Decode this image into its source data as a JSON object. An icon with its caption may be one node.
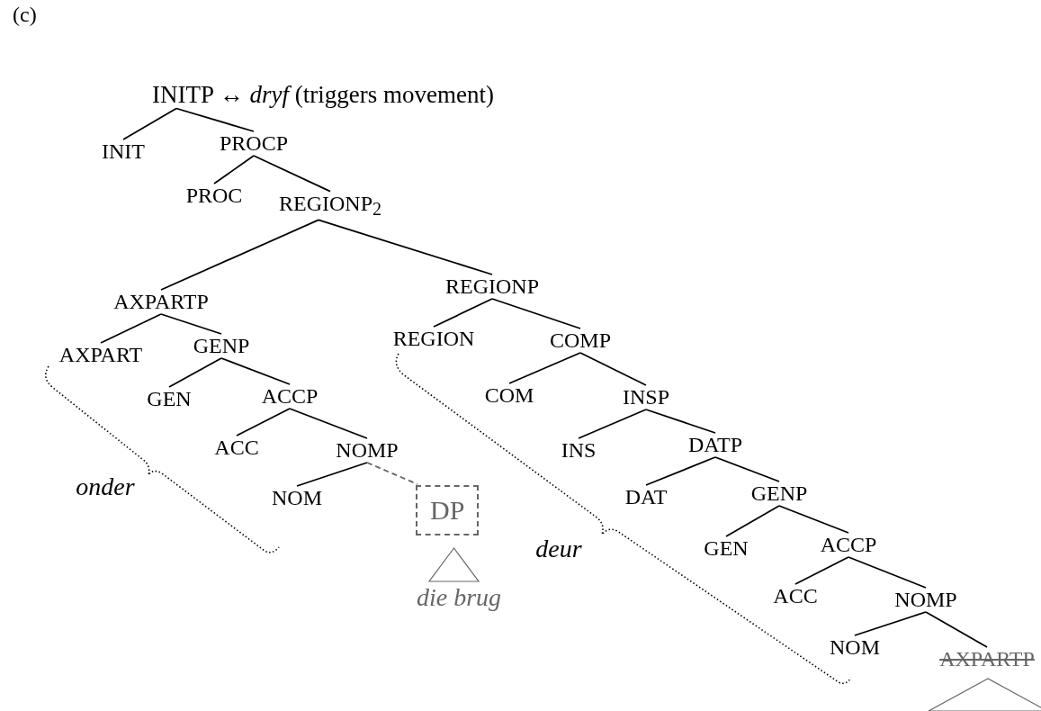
{
  "diagram": {
    "nodes": [
      {
        "text": [
          "INITP ↔ *dryf* (triggers movement)"
        ]
      },
      {
        "text": [
          "INIT"
        ]
      },
      {
        "text": [
          "PROCP"
        ]
      },
      {
        "text": [
          "PROC"
        ]
      },
      {
        "text": [
          "REGIONP$_{2}$"
        ]
      },
      {
        "text": [
          "AXPARTP"
        ]
      },
      {
        "text": [
          "REGIONP"
        ]
      },
      {
        "text": [
          "AXPART"
        ]
      },
      {
        "text": [
          "GENP"
        ]
      },
      {
        "text": [
          "REGION"
        ]
      },
      {
        "text": [
          "COMP"
        ]
      },
      {
        "text": [
          "GEN"
        ]
      },
      {
        "text": [
          "ACCP"
        ]
      },
      {
        "text": [
          "COM"
        ]
      },
      {
        "text": [
          "INSP"
        ]
      },
      {
        "text": [
          "ACC"
        ]
      },
      {
        "text": [
          "NOMP"
        ]
      },
      {
        "text": [
          "DATP"
        ]
      },
      {
        "text": [
          "INS"
        ]
      },
      {
        "text": [
          "NOM"
        ]
      },
      {
        "text": [
          "DP"
        ]
      },
      {
        "text": [
          "DAT"
        ]
      },
      {
        "text": [
          "GENP"
        ]
      },
      {
        "text": [],
        "shape": "triangle"
      },
      {
        "text": [
          "die brug"
        ]
      },
      {
        "text": [
          "GEN"
        ]
      },
      {
        "text": [
          "ACCP"
        ]
      },
      {
        "text": [
          "ACC"
        ]
      },
      {
        "text": [
          "NOMP"
        ]
      },
      {
        "text": [
          "NOM"
        ]
      },
      {
        "text": [
          "AXPARTP"
        ]
      },
      {
        "text": [],
        "shape": "triangle"
      }
    ],
    "edges": [
      {
        "from": 0,
        "to": 1,
        "arrow": "none"
      },
      {
        "from": 0,
        "to": 2,
        "arrow": "none"
      },
      {
        "from": 2,
        "to": 3,
        "arrow": "none"
      },
      {
        "from": 2,
        "to": 4,
        "arrow": "none"
      },
      {
        "from": 4,
        "to": 5,
        "arrow": "none"
      },
      {
        "from": 4,
        "to": 6,
        "arrow": "none"
      },
      {
        "from": 5,
        "to": 7,
        "arrow": "none"
      },
      {
        "from": 5,
        "to": 8,
        "arrow": "none"
      },
      {
        "from": 6,
        "to": 9,
        "arrow": "none"
      },
      {
        "from": 6,
        "to": 10,
        "arrow": "none"
      },
      {
        "from": 8,
        "to": 11,
        "arrow": "none"
      },
      {
        "from": 8,
        "to": 12,
        "arrow": "none"
      },
      {
        "from": 10,
        "to": 13,
        "arrow": "none"
      },
      {
        "from": 10,
        "to": 14,
        "arrow": "none"
      },
      {
        "from": 12,
        "to": 15,
        "arrow": "none"
      },
      {
        "from": 12,
        "to": 16,
        "arrow": "none"
      },
      {
        "from": 14,
        "to": 18,
        "arrow": "none"
      },
      {
        "from": 14,
        "to": 17,
        "arrow": "none"
      },
      {
        "from": 16,
        "to": 19,
        "arrow": "none"
      },
      {
        "from": 16,
        "to": 20,
        "arrow": "none",
        "style": "dashed",
        "color": "#666666"
      },
      {
        "from": 17,
        "to": 21,
        "arrow": "none"
      },
      {
        "from": 17,
        "to": 22,
        "arrow": "none"
      },
      {
        "from": 22,
        "to": 25,
        "arrow": "none"
      },
      {
        "from": 22,
        "to": 26,
        "arrow": "none"
      },
      {
        "from": 26,
        "to": 27,
        "arrow": "none"
      },
      {
        "from": 26,
        "to": 28,
        "arrow": "none"
      },
      {
        "from": 28,
        "to": 29,
        "arrow": "none"
      },
      {
        "from": 28,
        "to": 30,
        "arrow": "none"
      }
    ],
    "labels": [
      "(c)",
      "onder",
      "deur"
    ]
  }
}
